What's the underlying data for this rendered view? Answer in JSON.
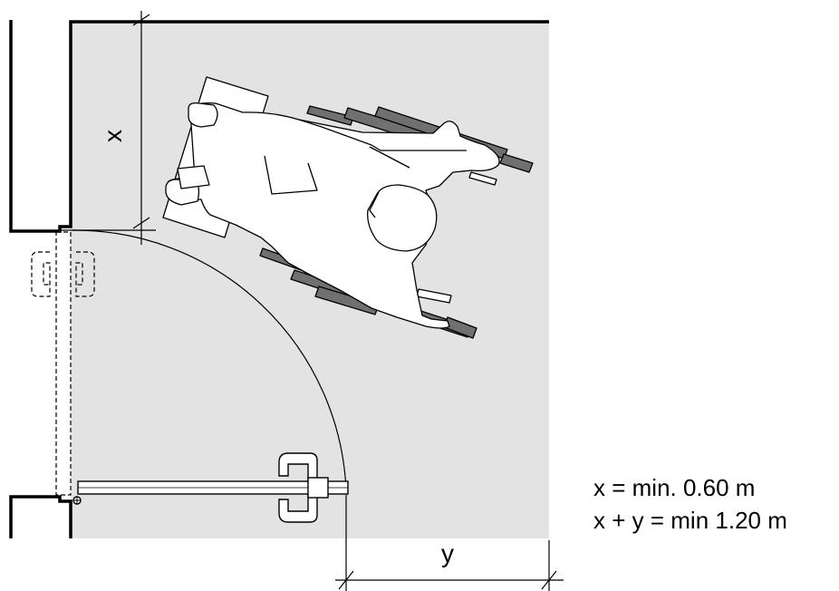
{
  "dimensions": {
    "x_label": "x",
    "y_label": "y"
  },
  "formulas": {
    "line1": "x = min. 0.60 m",
    "line2": "x + y = min 1.20 m"
  },
  "colors": {
    "floor_area": "#e3e3e3",
    "wall": "#000000",
    "wheel": "#707070",
    "figure_fill": "#ffffff"
  }
}
